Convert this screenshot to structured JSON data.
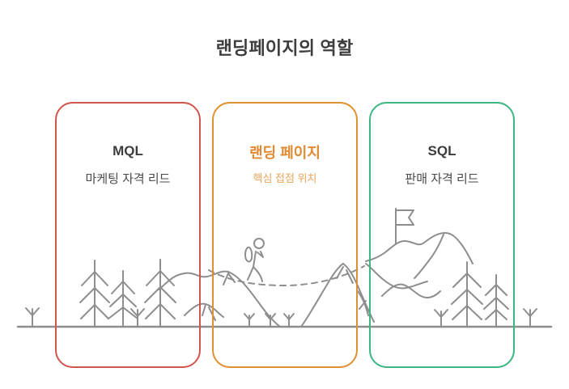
{
  "page": {
    "title": "랜딩페이지의 역할",
    "background_color": "#ffffff"
  },
  "panels": [
    {
      "id": "mql",
      "title": "MQL",
      "subtitle": "마케팅 자격 리드",
      "border_color": "#d2544f",
      "title_color": "#3d3d3d",
      "subtitle_color": "#4a4a4a"
    },
    {
      "id": "landing-page",
      "title": "랜딩 페이지",
      "subtitle": "핵심 접점 위치",
      "border_color": "#e0912f",
      "title_color": "#e08a33",
      "subtitle_color": "#e8a85c"
    },
    {
      "id": "sql",
      "title": "SQL",
      "subtitle": "판매 자격 리드",
      "border_color": "#3cb683",
      "title_color": "#3d3d3d",
      "subtitle_color": "#4a4a4a"
    }
  ],
  "illustration": {
    "line_color": "#8e8e8e",
    "ground_color": "#8e8e8e",
    "elements": {
      "ground_line": "horizontal-ground-line",
      "forest_left": "pine-trees-left-group",
      "forest_right": "pine-trees-right-group",
      "hills_middle": "rolling-hills",
      "mountain_right": "mountain-peak",
      "summit_flag": "flag-on-summit",
      "hiker": "hiker-figure-with-backpack",
      "trail": "dashed-trail-path",
      "grass": "grass-sprouts"
    }
  }
}
